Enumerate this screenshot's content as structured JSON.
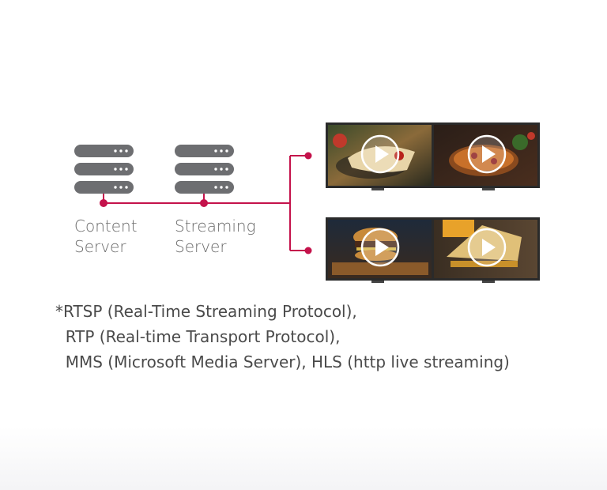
{
  "diagram": {
    "servers": [
      {
        "label": "Content\nServer",
        "icon": "server-rack-icon"
      },
      {
        "label": "Streaming\nServer",
        "icon": "server-rack-icon"
      }
    ],
    "displays": [
      {
        "panels": [
          {
            "content": "wrap-image",
            "icon": "play-icon"
          },
          {
            "content": "pizza-image",
            "icon": "play-icon"
          }
        ]
      },
      {
        "panels": [
          {
            "content": "burger-image",
            "icon": "play-icon"
          },
          {
            "content": "sandwich-image",
            "icon": "play-icon"
          }
        ]
      }
    ],
    "colors": {
      "server": "#6d6e71",
      "connector": "#c4124b",
      "text": "#6b6b6b",
      "display_bezel": "#2a2a2a"
    }
  },
  "footnote": {
    "lines": [
      "*RTSP (Real-Time Streaming Protocol),",
      "  RTP (Real-time Transport Protocol),",
      "  MMS (Microsoft Media Server), HLS (http live streaming)"
    ]
  }
}
